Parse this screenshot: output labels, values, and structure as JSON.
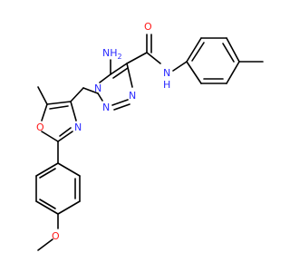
{
  "molecule": {
    "colors": {
      "nitrogen": "#2b2bff",
      "oxygen": "#ff1a1a",
      "carbon": "#000000",
      "background": "#ffffff"
    },
    "labels": {
      "amine": "NH",
      "amine_sub": "2",
      "amide_nh": "N",
      "amide_h": "H",
      "carbonyl_o": "O",
      "triazole_n1": "N",
      "triazole_n2": "N",
      "triazole_n3": "N",
      "oxazole_o": "O",
      "oxazole_n": "N",
      "methoxy_o": "O"
    }
  }
}
